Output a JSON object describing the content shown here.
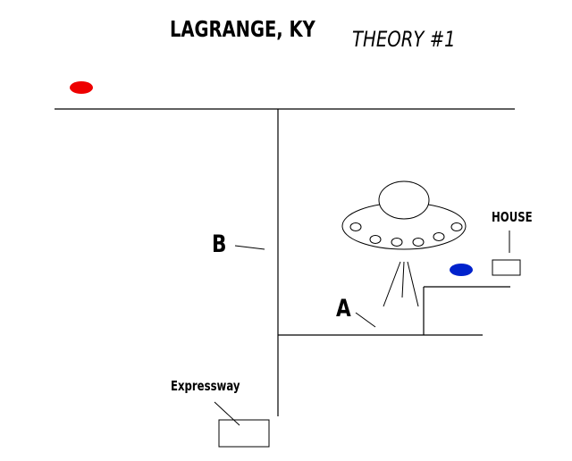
{
  "title": "LAGRANGE, KY",
  "subtitle": "THEORY #1",
  "labels": {
    "b": "B",
    "a": "A",
    "house": "HOUSE",
    "expressway": "Expressway"
  },
  "colors": {
    "red_marker": "#ee0000",
    "blue_marker": "#0022cc",
    "line": "#000000",
    "background": "#ffffff"
  }
}
